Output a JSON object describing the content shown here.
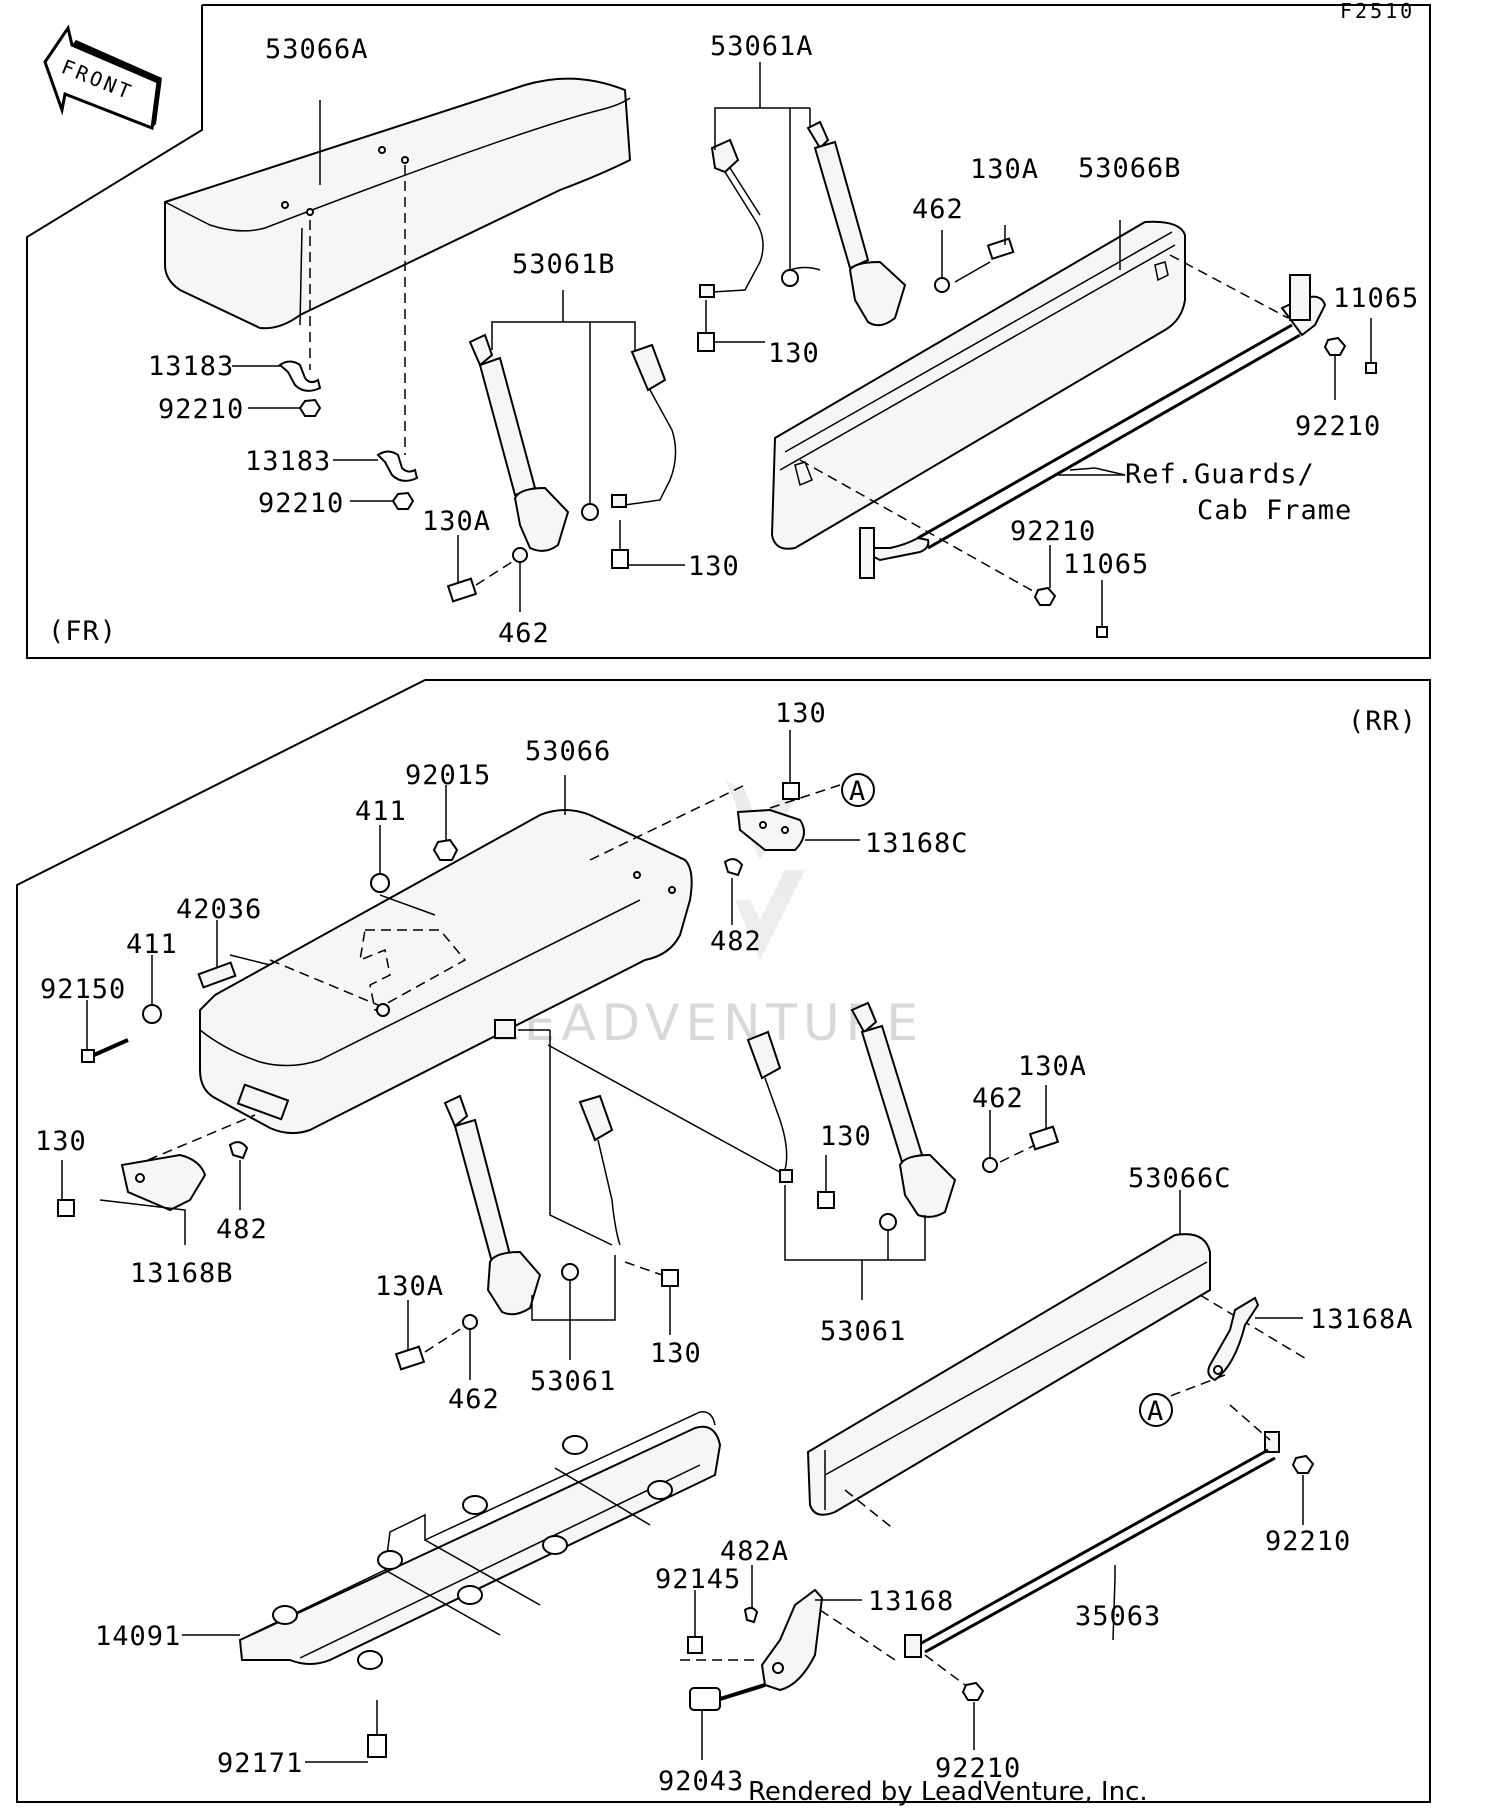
{
  "figure_code": "F2510",
  "front_arrow": "FRONT",
  "sections": {
    "front": "(FR)",
    "rear": "(RR)"
  },
  "watermark": "LEADVENTURE",
  "footer": "Rendered by LeadVenture, Inc.",
  "callout_letter": "A",
  "reference_note": {
    "line1": "Ref.Guards/",
    "line2": "Cab Frame"
  },
  "parts": {
    "p53066A": "53066A",
    "p53061A": "53061A",
    "p53066B": "53066B",
    "p130A_fr_right": "130A",
    "p462_fr_right": "462",
    "p11065_right": "11065",
    "p130_fr_a": "130",
    "p92210_fr_right": "92210",
    "p53061B": "53061B",
    "p13183_1": "13183",
    "p92210_1": "92210",
    "p13183_2": "13183",
    "p92210_2": "92210",
    "p130A_fr_left": "130A",
    "p130_fr_b": "130",
    "p462_fr_left": "462",
    "p92210_fr_mid": "92210",
    "p11065_mid": "11065",
    "p130_rr_top": "130",
    "p92015": "92015",
    "p53066": "53066",
    "p411_a": "411",
    "p13168C": "13168C",
    "p42036": "42036",
    "p411_b": "411",
    "p482_top": "482",
    "p92150": "92150",
    "p130A_rr_right": "130A",
    "p462_rr_right": "462",
    "p130_rr_mid": "130",
    "p130_rr_left": "130",
    "p53066C": "53066C",
    "p482_left": "482",
    "p13168B": "13168B",
    "p13168A": "13168A",
    "p53061_right": "53061",
    "p130A_rr_low": "130A",
    "p130_rr_low": "130",
    "p462_rr_low": "462",
    "p53061_low": "53061",
    "p92210_rr_right": "92210",
    "p482A": "482A",
    "p92145": "92145",
    "p13168": "13168",
    "p35063": "35063",
    "p14091": "14091",
    "p92171": "92171",
    "p92043": "92043",
    "p92210_rr_bottom": "92210"
  }
}
